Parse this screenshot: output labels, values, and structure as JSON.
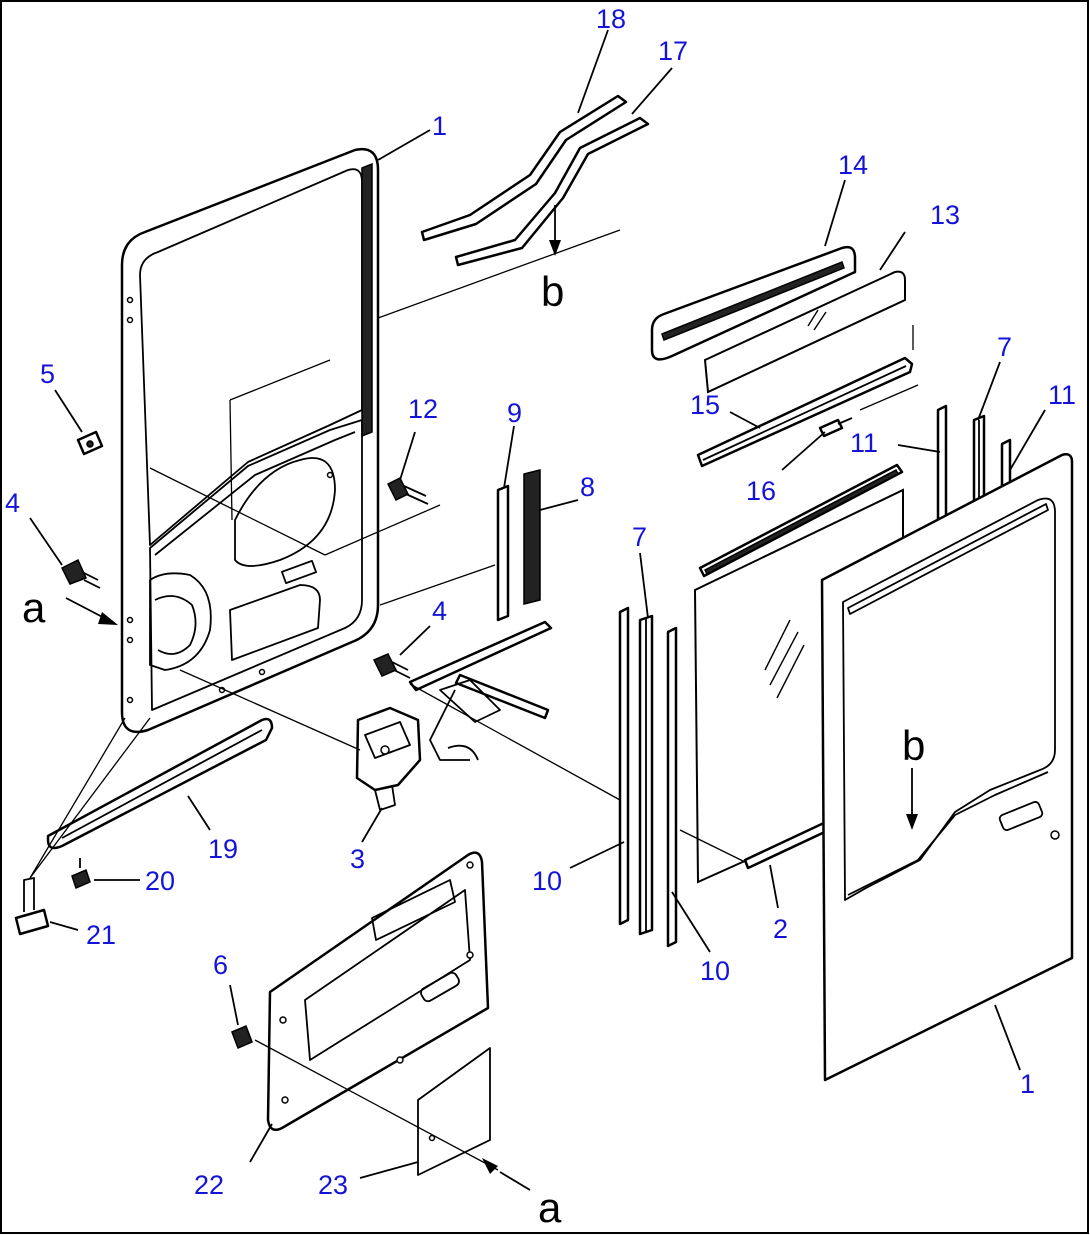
{
  "callouts": {
    "c1_top": "1",
    "c1_bottom": "1",
    "c2": "2",
    "c3": "3",
    "c4_left": "4",
    "c4_mid": "4",
    "c5": "5",
    "c6": "6",
    "c7_left": "7",
    "c7_right": "7",
    "c8": "8",
    "c9": "9",
    "c10_left": "10",
    "c10_bottom": "10",
    "c11_left": "11",
    "c11_right": "11",
    "c12": "12",
    "c13": "13",
    "c14": "14",
    "c15": "15",
    "c16": "16",
    "c17": "17",
    "c18": "18",
    "c19": "19",
    "c20": "20",
    "c21": "21",
    "c22": "22",
    "c23": "23"
  },
  "view_markers": {
    "a_left": "a",
    "a_bottom": "a",
    "b_top": "b",
    "b_door": "b"
  },
  "colors": {
    "callout_text": "#1414d8",
    "line_art": "#000000",
    "background": "#ffffff"
  }
}
